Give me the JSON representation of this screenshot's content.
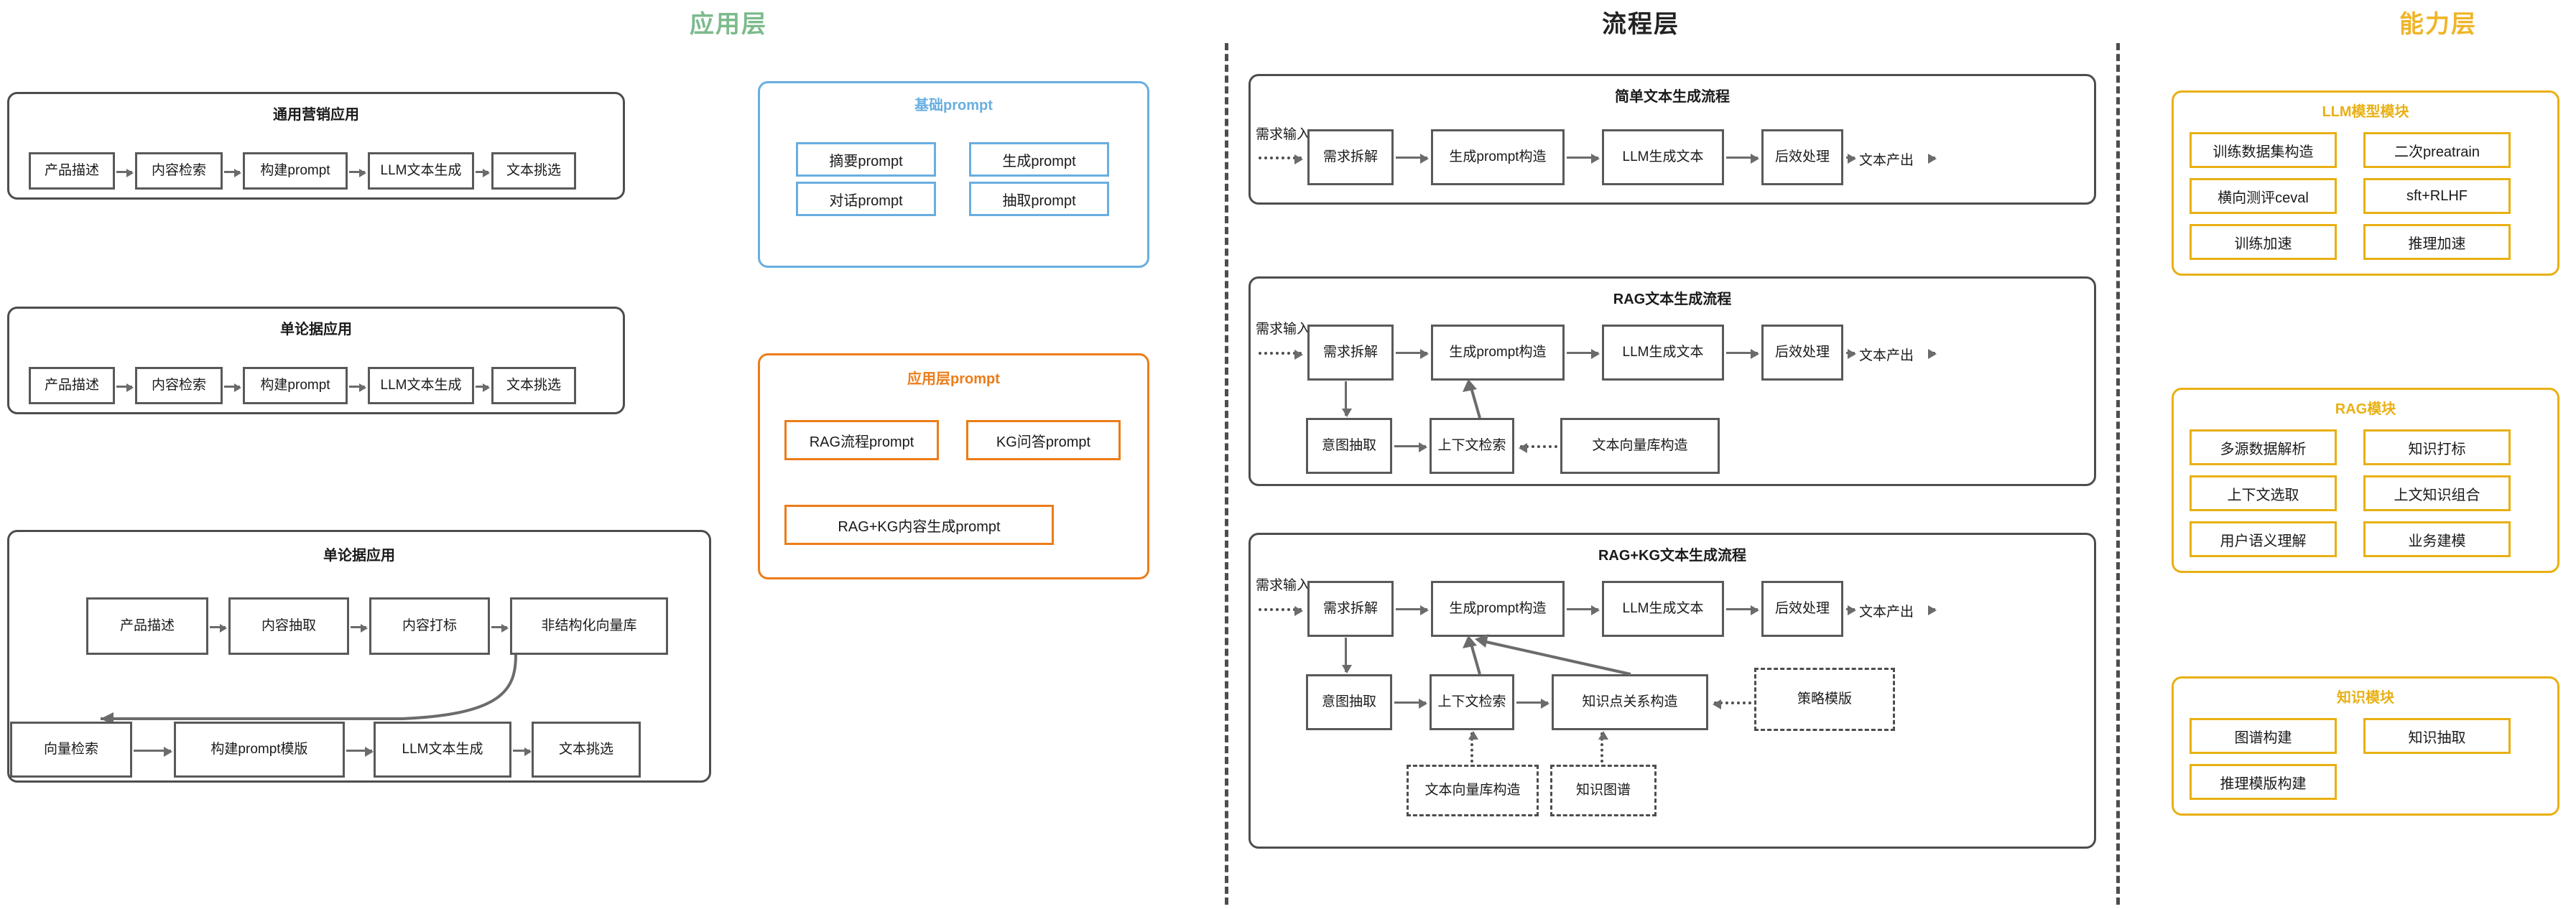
{
  "layers": {
    "application": "应用层",
    "process": "流程层",
    "capability": "能力层"
  },
  "colors": {
    "application_title": "#7cba8c",
    "process_title": "#222222",
    "capability_title": "#f0b429",
    "basic_prompt": "#69aee0",
    "app_prompt": "#ec7c18",
    "capability_module": "#e8b013",
    "box_border": "#595959"
  },
  "application_panels": [
    {
      "title": "通用营销应用",
      "steps": [
        "产品描述",
        "内容检索",
        "构建prompt",
        "LLM文本生成",
        "文本挑选"
      ]
    },
    {
      "title": "单论据应用",
      "steps": [
        "产品描述",
        "内容检索",
        "构建prompt",
        "LLM文本生成",
        "文本挑选"
      ]
    },
    {
      "title": "单论据应用",
      "row1": [
        "产品描述",
        "内容抽取",
        "内容打标",
        "非结构化向量库"
      ],
      "row2": [
        "向量检索",
        "构建prompt模版",
        "LLM文本生成",
        "文本挑选"
      ]
    }
  ],
  "prompt_groups": [
    {
      "title": "基础prompt",
      "items": [
        "摘要prompt",
        "生成prompt",
        "对话prompt",
        "抽取prompt"
      ]
    },
    {
      "title": "应用层prompt",
      "items": [
        "RAG流程prompt",
        "KG问答prompt",
        "RAG+KG内容生成prompt"
      ]
    }
  ],
  "flows": [
    {
      "title": "简单文本生成流程",
      "input_label": "需求输入",
      "output_label": "文本产出",
      "main": [
        "需求拆解",
        "生成prompt构造",
        "LLM生成文本",
        "后效处理"
      ]
    },
    {
      "title": "RAG文本生成流程",
      "input_label": "需求输入",
      "output_label": "文本产出",
      "main": [
        "需求拆解",
        "生成prompt构造",
        "LLM生成文本",
        "后效处理"
      ],
      "sub": [
        "意图抽取",
        "上下文检索",
        "文本向量库构造"
      ]
    },
    {
      "title": "RAG+KG文本生成流程",
      "input_label": "需求输入",
      "output_label": "文本产出",
      "main": [
        "需求拆解",
        "生成prompt构造",
        "LLM生成文本",
        "后效处理"
      ],
      "sub": [
        "意图抽取",
        "上下文检索",
        "知识点关系构造"
      ],
      "dashed": [
        "策略模版",
        "文本向量库构造",
        "知识图谱"
      ]
    }
  ],
  "capability_modules": [
    {
      "title": "LLM模型模块",
      "items": [
        "训练数据集构造",
        "二次preatrain",
        "横向测评ceval",
        "sft+RLHF",
        "训练加速",
        "推理加速"
      ]
    },
    {
      "title": "RAG模块",
      "items": [
        "多源数据解析",
        "知识打标",
        "上下文选取",
        "上文知识组合",
        "用户语义理解",
        "业务建模"
      ]
    },
    {
      "title": "知识模块",
      "items": [
        "图谱构建",
        "知识抽取",
        "推理模版构建"
      ]
    }
  ]
}
